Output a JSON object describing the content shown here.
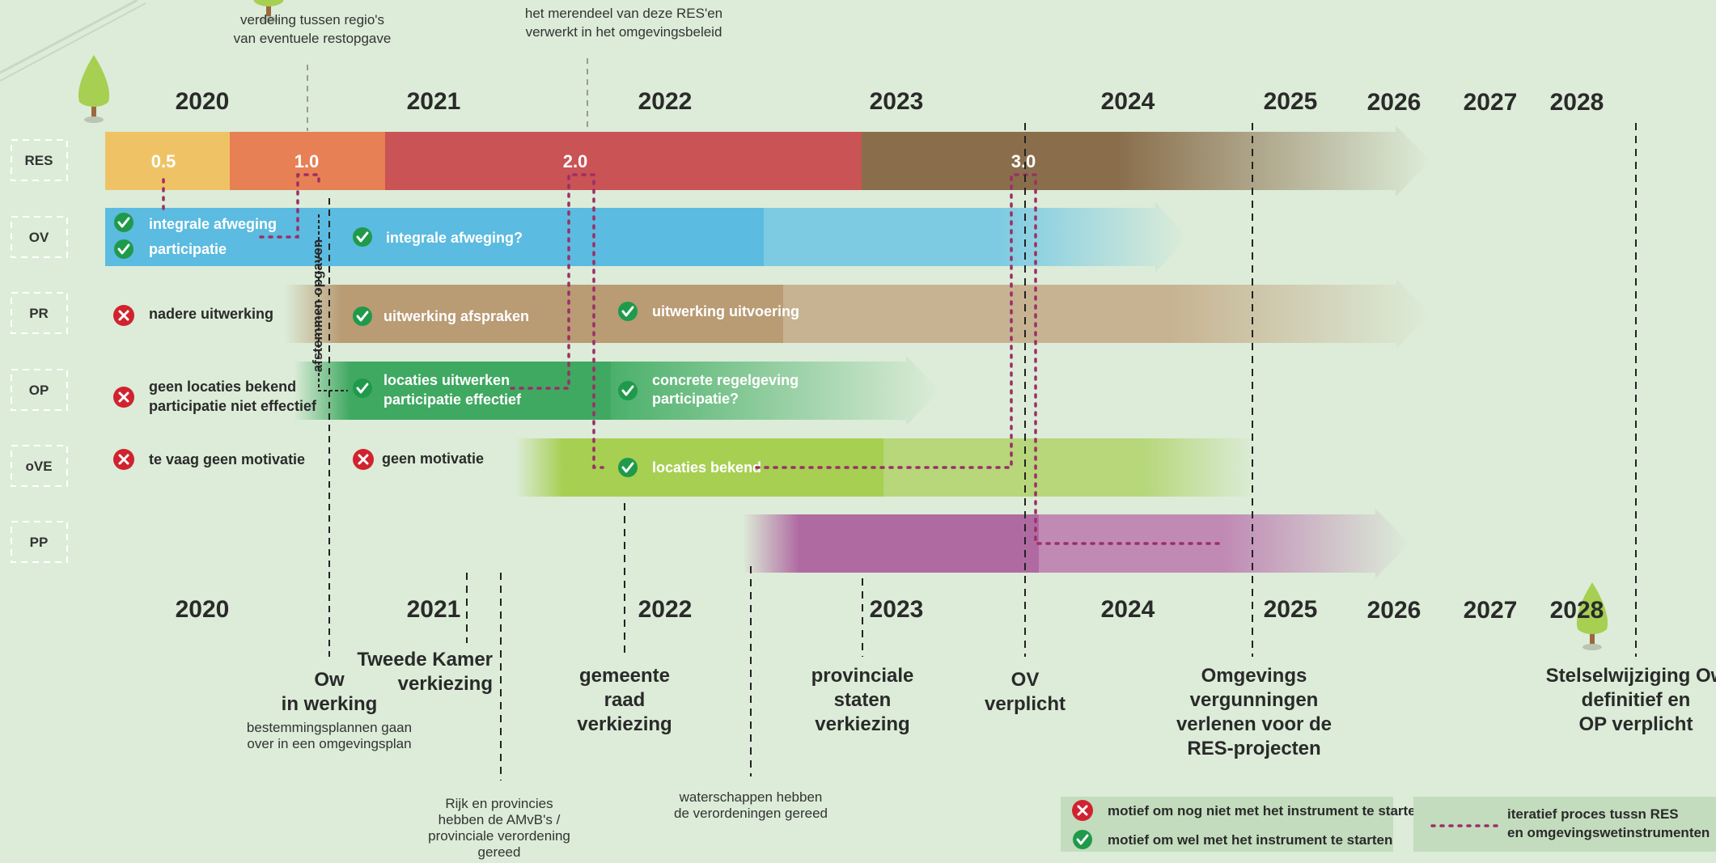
{
  "top_notes": {
    "regio_line1": "verdeling tussen regio's",
    "regio_line2": "van eventuele restopgave",
    "res_line1": "het merendeel van deze RES'en",
    "res_line2": "verwerkt in het omgevingsbeleid"
  },
  "years_top": [
    "2020",
    "2021",
    "2022",
    "2023",
    "2024",
    "2025",
    "2026",
    "2027",
    "2028"
  ],
  "years_bottom": [
    "2020",
    "2021",
    "2022",
    "2023",
    "2024",
    "2025",
    "2026",
    "2027",
    "2028"
  ],
  "rows": {
    "res": "RES",
    "ov": "OV",
    "pr": "PR",
    "op": "OP",
    "ove": "oVE",
    "pp": "PP"
  },
  "res_versions": [
    "0.5",
    "1.0",
    "2.0",
    "3.0"
  ],
  "ov_items": {
    "a": "integrale afweging",
    "b": "participatie",
    "c": "integrale afweging?"
  },
  "pr_items": {
    "a": "nadere uitwerking",
    "b": "uitwerking afspraken",
    "c": "uitwerking uitvoering"
  },
  "op_items": {
    "a1": "geen locaties bekend",
    "a2": "participatie niet effectief",
    "b1": "locaties uitwerken",
    "b2": "participatie effectief",
    "c1": "concrete regelgeving",
    "c2": "participatie?"
  },
  "ove_items": {
    "a": "te vaag geen motivatie",
    "b": "geen motivatie",
    "c": "locaties bekend"
  },
  "afstemmen": "afstemmen opgaven",
  "events": {
    "ow1": "Ow",
    "ow2": "in werking",
    "ow_note1": "bestemmingsplannen gaan",
    "ow_note2": "over in een omgevingsplan",
    "tk1": "Tweede Kamer",
    "tk2": "verkiezing",
    "rijk1": "Rijk en provincies",
    "rijk2": "hebben de AMvB's /",
    "rijk3": "provinciale verordening",
    "rijk4": "gereed",
    "gr1": "gemeente",
    "gr2": "raad",
    "gr3": "verkiezing",
    "ws1": "waterschappen hebben",
    "ws2": "de verordeningen gereed",
    "ps1": "provinciale",
    "ps2": "staten",
    "ps3": "verkiezing",
    "ovv1": "OV",
    "ovv2": "verplicht",
    "og1": "Omgevings",
    "og2": "vergunningen",
    "og3": "verlenen voor de",
    "og4": "RES-projecten",
    "sw1": "Stelselwijziging Ow",
    "sw2": "definitief en",
    "sw3": "OP verplicht"
  },
  "legend": {
    "red": "motief om nog niet met het instrument te starten",
    "green": "motief om wel met het instrument te starten",
    "iter1": "iteratief proces tussn RES",
    "iter2": "en omgevingswetinstrumenten"
  },
  "colors": {
    "background": "#dcecd8",
    "res_05": "#efc365",
    "res_10": "#e78054",
    "res_20": "#c95355",
    "res_30": "#8a6e4c",
    "ov": "#5bbbe0",
    "pr": "#b99b74",
    "op": "#3fa861",
    "ove": "#a7cf52",
    "pp": "#b06aa2",
    "iteration": "#9b2f66",
    "check": "#1f9a4a",
    "cross": "#d0232f"
  }
}
